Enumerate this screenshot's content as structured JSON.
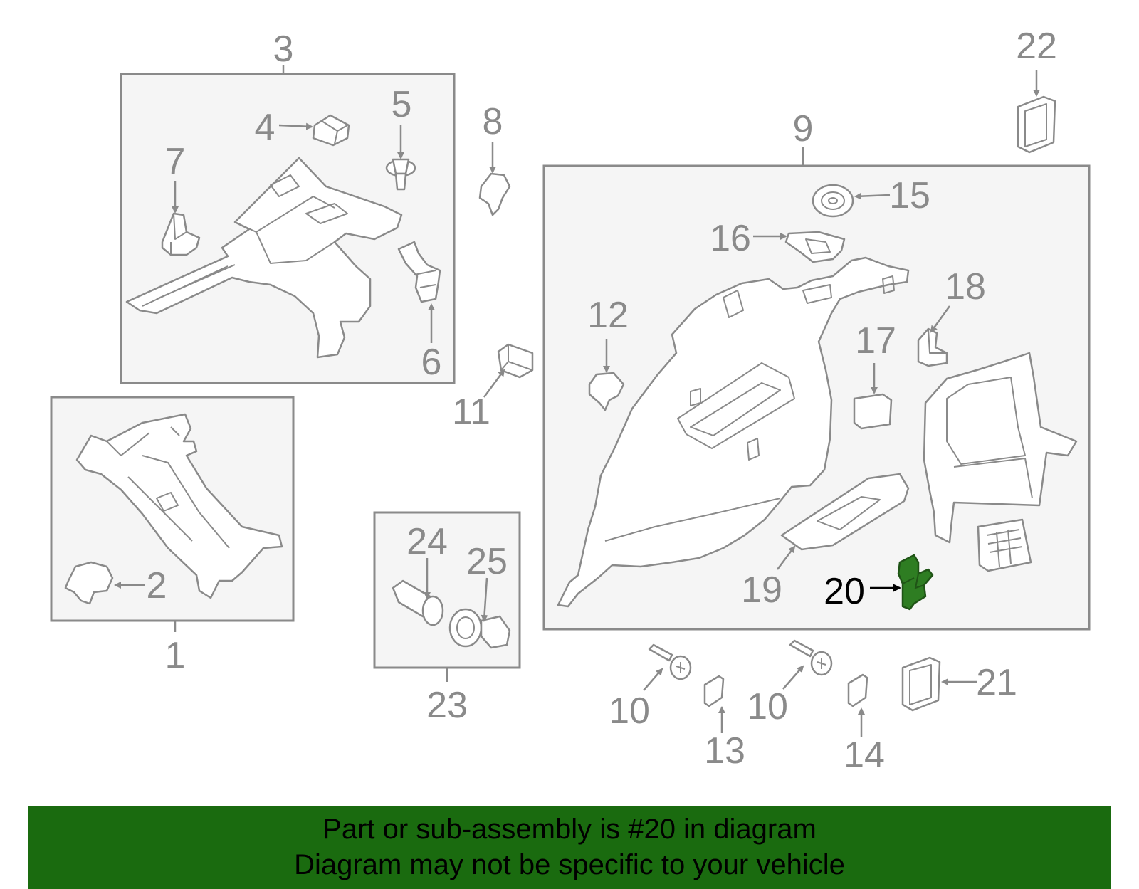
{
  "callouts": {
    "c1": "1",
    "c2": "2",
    "c3": "3",
    "c4": "4",
    "c5": "5",
    "c6": "6",
    "c7": "7",
    "c8": "8",
    "c9": "9",
    "c10a": "10",
    "c10b": "10",
    "c11": "11",
    "c12": "12",
    "c13": "13",
    "c14": "14",
    "c15": "15",
    "c16": "16",
    "c17": "17",
    "c18": "18",
    "c19": "19",
    "c20": "20",
    "c21": "21",
    "c22": "22",
    "c23": "23",
    "c24": "24",
    "c25": "25"
  },
  "highlight": {
    "part": "20",
    "color": "#2e7d22"
  },
  "banner": {
    "line1": "Part or sub-assembly is #20 in diagram",
    "line2": "Diagram may not be specific to your vehicle",
    "background": "#1a6b0f"
  }
}
